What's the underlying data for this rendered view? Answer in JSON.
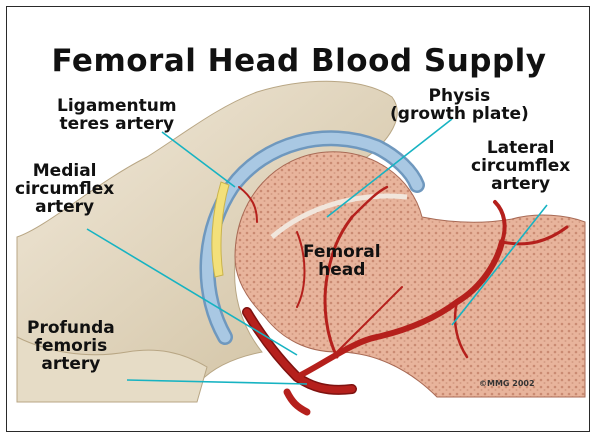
{
  "title": "Femoral Head Blood Supply",
  "labels": {
    "ligamentum_line1": "Ligamentum",
    "ligamentum_line2": "teres artery",
    "physis_line1": "Physis",
    "physis_line2": "(growth plate)",
    "medial_line1": "Medial",
    "medial_line2": "circumflex",
    "medial_line3": "artery",
    "lateral_line1": "Lateral",
    "lateral_line2": "circumflex",
    "lateral_line3": "artery",
    "femoral_line1": "Femoral",
    "femoral_line2": "head",
    "profunda_line1": "Profunda",
    "profunda_line2": "femoris",
    "profunda_line3": "artery"
  },
  "copyright": "©MMG 2002",
  "colors": {
    "bone": "#eadfc8",
    "bone_shadow": "#cdbd9c",
    "femur_head": "#e8b49c",
    "femur_dots": "#c98a72",
    "cartilage": "#a9c8e3",
    "cartilage_edge": "#6f98be",
    "artery": "#b5201c",
    "artery_dark": "#7e1210",
    "leader": "#17b3c2",
    "ligament": "#f3e07a"
  }
}
